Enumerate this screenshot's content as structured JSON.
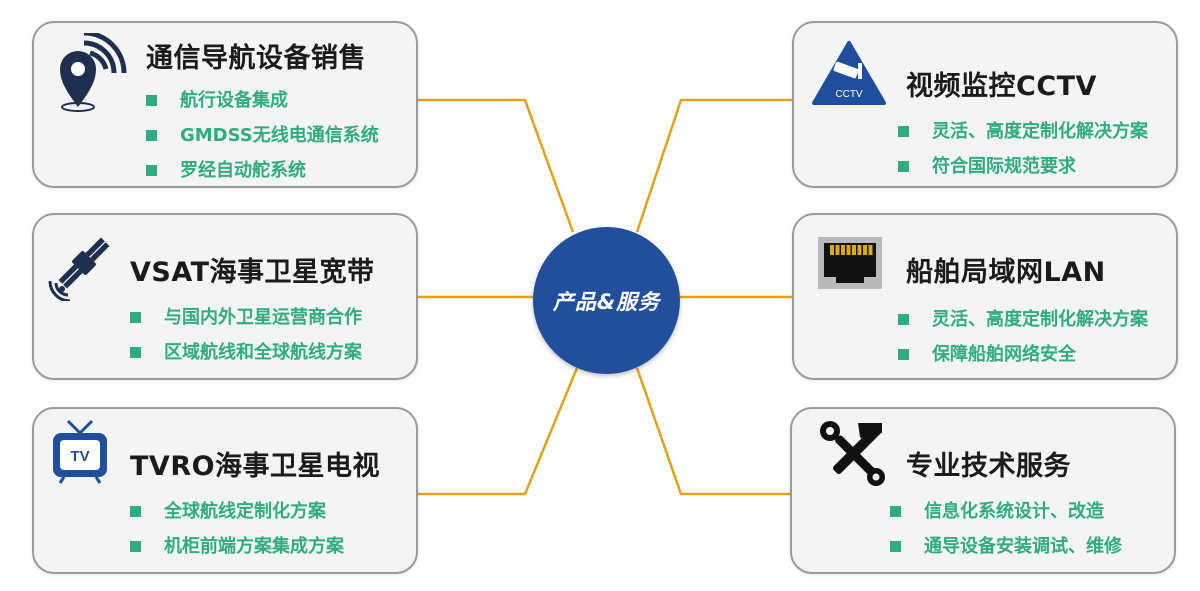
{
  "center": {
    "label": "产品&服务"
  },
  "colors": {
    "connector": "#e3a21a",
    "center_fill": "#214f9c",
    "bullet_text": "#2fad7e",
    "title": "#1b1b1b"
  },
  "cards": [
    {
      "title": "通信导航设备销售",
      "icon": "navigation-pin-icon",
      "items": [
        "航行设备集成",
        "GMDSS无线电通信系统",
        "罗经自动舵系统"
      ]
    },
    {
      "title": "VSAT海事卫星宽带",
      "icon": "satellite-icon",
      "items": [
        "与国内外卫星运营商合作",
        "区域航线和全球航线方案"
      ]
    },
    {
      "title": "TVRO海事卫星电视",
      "icon": "tv-icon",
      "icon_text": "TV",
      "items": [
        "全球航线定制化方案",
        "机柜前端方案集成方案"
      ]
    },
    {
      "title": "视频监控CCTV",
      "icon": "cctv-camera-icon",
      "icon_text": "CCTV",
      "items": [
        "灵活、高度定制化解决方案",
        "符合国际规范要求"
      ]
    },
    {
      "title": "船舶局域网LAN",
      "icon": "ethernet-port-icon",
      "items": [
        "灵活、高度定制化解决方案",
        "保障船舶网络安全"
      ]
    },
    {
      "title": "专业技术服务",
      "icon": "tools-icon",
      "items": [
        "信息化系统设计、改造",
        "通导设备安装调试、维修"
      ]
    }
  ]
}
